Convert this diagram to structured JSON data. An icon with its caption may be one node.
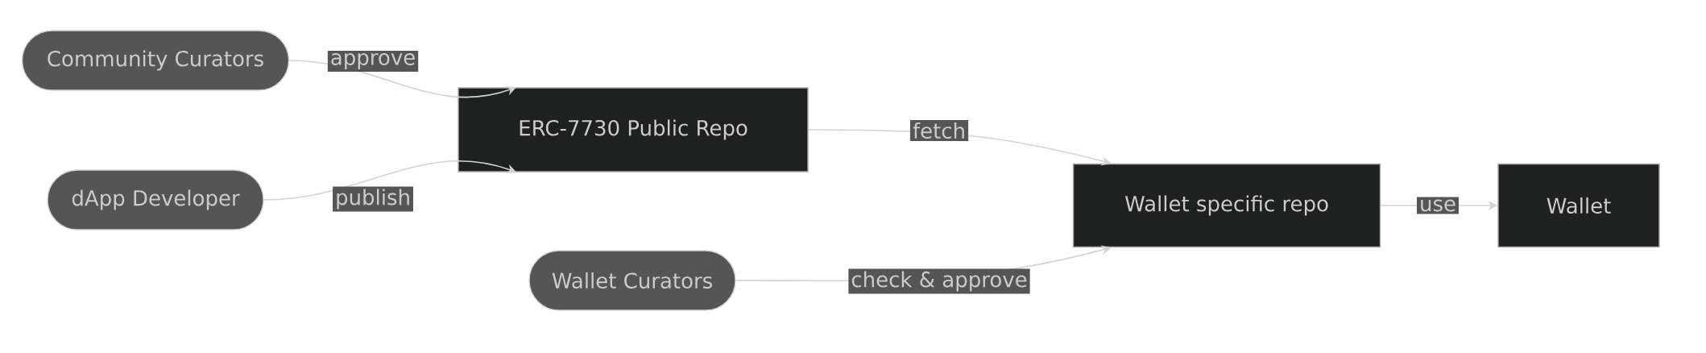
{
  "diagram": {
    "nodes": [
      {
        "text": [
          "Community Curators"
        ]
      },
      {
        "text": [
          "ERC-7730 Public Repo"
        ]
      },
      {
        "text": [
          "dApp Developer"
        ]
      },
      {
        "text": [
          "Wallet specific repo"
        ]
      },
      {
        "text": [
          "Wallet"
        ]
      },
      {
        "text": [
          "Wallet Curators"
        ]
      }
    ],
    "edges": [
      {
        "from": 0,
        "to": 1,
        "arrow": "to",
        "label": "approve"
      },
      {
        "from": 2,
        "to": 1,
        "arrow": "to",
        "label": "publish"
      },
      {
        "from": 1,
        "to": 3,
        "arrow": "to",
        "label": "fetch"
      },
      {
        "from": 5,
        "to": 3,
        "arrow": "to",
        "label": "check & approve"
      },
      {
        "from": 3,
        "to": 4,
        "arrow": "to",
        "label": "use"
      }
    ]
  }
}
